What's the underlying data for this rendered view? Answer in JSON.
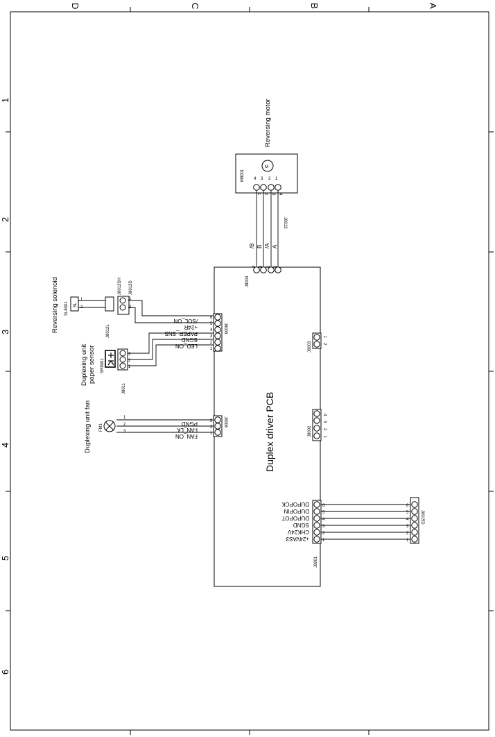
{
  "zones": {
    "letters": [
      "D",
      "C",
      "B",
      "A"
    ],
    "numbers": [
      "1",
      "2",
      "3",
      "4",
      "5",
      "6"
    ]
  },
  "pcb": {
    "title": "Duplex driver PCB"
  },
  "motor": {
    "title": "Reversing motor",
    "ref": "M8001",
    "symbol": "M",
    "pins": [
      "4",
      "3",
      "2",
      "1"
    ],
    "connector": "J8013",
    "connector_pins": [
      "1",
      "2",
      "3",
      "4"
    ],
    "signals": [
      "/B",
      "B",
      "/A",
      "A"
    ],
    "pcb_connector": "J8004",
    "pcb_pins": [
      "4",
      "3",
      "2",
      "1"
    ]
  },
  "solenoid": {
    "title": "Reversing solenoid",
    "ref": "SL8001",
    "symbol": "SL",
    "pins": [
      "1",
      "2"
    ],
    "connector_l": "J8012L",
    "connector_dh": "J8012DH",
    "connector_d": "J8012D",
    "connector_pins": [
      "1",
      "2"
    ]
  },
  "sensor": {
    "title_line1": "Duplexing unit",
    "title_line2": "paper sensor",
    "ref": "SR8001",
    "connector": "J8011",
    "pins": [
      "3",
      "2",
      "1"
    ]
  },
  "j8005": {
    "connector": "J8005",
    "pins": [
      "6",
      "5",
      "4",
      "3",
      "2",
      "1"
    ],
    "signals": [
      "/SOL_ON",
      "+24R",
      "PAPER_SNS",
      "SGND",
      "LED_ON"
    ]
  },
  "fan": {
    "title": "Duplexing unit fan",
    "ref": "FM1",
    "pins": [
      "1",
      "2",
      "3"
    ],
    "connector": "J8006",
    "connector_pins": [
      "3",
      "2",
      "1"
    ],
    "signals": [
      "PGND",
      "FAN_LK",
      "FAN_ON"
    ]
  },
  "j8003": {
    "connector": "J8003",
    "pins": [
      "1",
      "2"
    ]
  },
  "j8002": {
    "connector": "J8002",
    "pins": [
      "1",
      "2",
      "3",
      "4"
    ]
  },
  "j8001": {
    "connector": "J8001",
    "pins": [
      "6",
      "5",
      "4",
      "3",
      "2",
      "1"
    ],
    "signals": [
      "DUPOPCK",
      "DUPOPIN",
      "DUPOPOT",
      "SGND",
      "CHK24V",
      "+24VAS3"
    ],
    "remote_connector": "J8015D",
    "remote_pins": [
      "6",
      "5",
      "4",
      "3",
      "2",
      "1"
    ]
  }
}
